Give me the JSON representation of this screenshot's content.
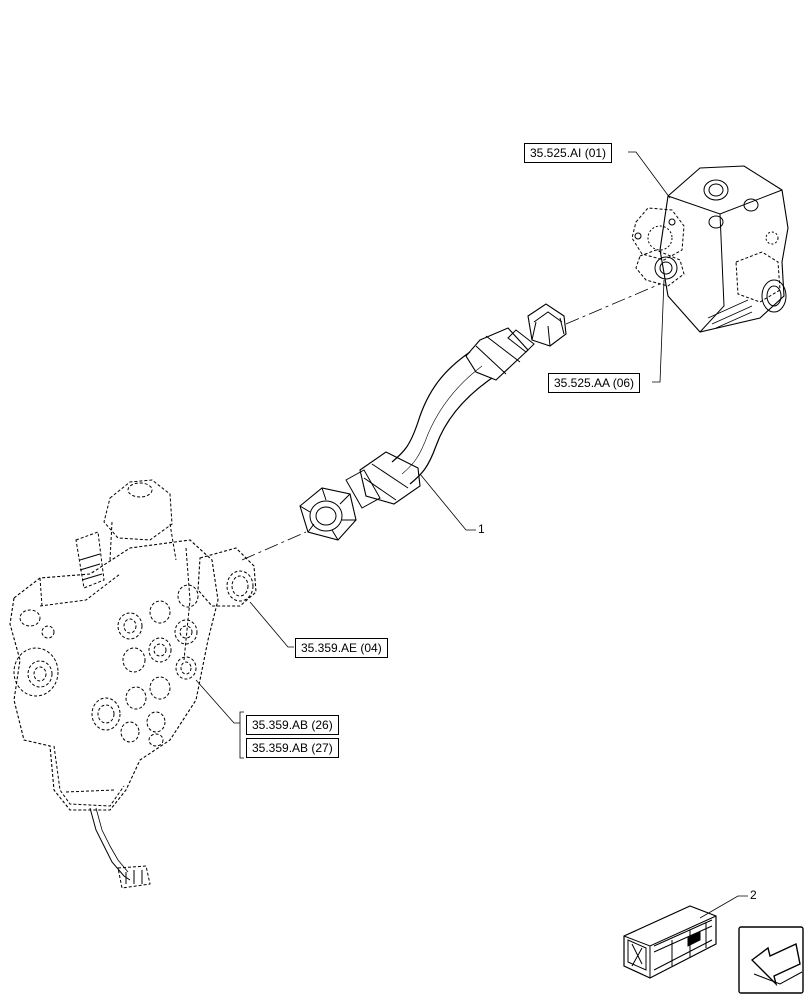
{
  "references": [
    {
      "id": "ref-35-525-ai-01",
      "text": "35.525.AI (01)"
    },
    {
      "id": "ref-35-525-aa-06",
      "text": "35.525.AA (06)"
    },
    {
      "id": "ref-35-359-ae-04",
      "text": "35.359.AE (04)"
    },
    {
      "id": "ref-35-359-ab-26",
      "text": "35.359.AB (26)"
    },
    {
      "id": "ref-35-359-ab-27",
      "text": "35.359.AB (27)"
    }
  ],
  "callouts": {
    "hose": "1",
    "kit": "2"
  },
  "icons": {
    "navigation": "next-page-arrow-icon",
    "kit": "crate-icon"
  },
  "colors": {
    "line": "#000000",
    "background": "#ffffff"
  }
}
